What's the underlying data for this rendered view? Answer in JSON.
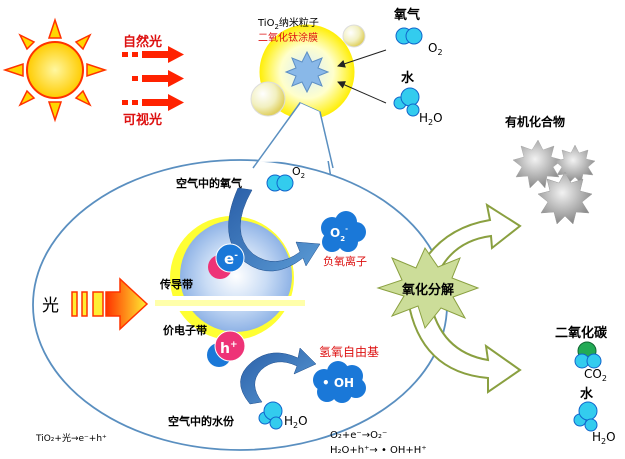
{
  "sunlight": {
    "natural_label": "自然光",
    "visible_label": "可视光"
  },
  "particle": {
    "title_prefix": "TiO",
    "title_sub": "2",
    "title_suffix": "纳米粒子",
    "subtitle": "二氧化钛涂膜"
  },
  "oxygen": {
    "label": "氧气",
    "formula": "O",
    "formula_sub": "2"
  },
  "water": {
    "label": "水",
    "formula_prefix": "H",
    "formula_sub": "2",
    "formula_suffix": "O"
  },
  "organic": {
    "label": "有机化合物"
  },
  "inner": {
    "air_oxygen_label": "空气中的氧气",
    "air_oxygen_formula": "O",
    "air_oxygen_sub": "2",
    "electron_symbol": "e",
    "electron_sup": "-",
    "conduction_band": "传导带",
    "valence_band": "价电子带",
    "hole_symbol": "h",
    "hole_sup": "+",
    "superoxide_symbol": "O",
    "superoxide_sub": "2",
    "superoxide_sup": "-",
    "superoxide_label": "负氧离子",
    "hydroxyl_label": "氢氧自由基",
    "hydroxyl_symbol": "• OH",
    "air_water_label": "空气中的水份",
    "air_water_prefix": "H",
    "air_water_sub": "2",
    "air_water_suffix": "O"
  },
  "light": {
    "label": "光"
  },
  "decompose": {
    "label": "氧化分解"
  },
  "products": {
    "co2_label": "二氧化碳",
    "co2_prefix": "CO",
    "co2_sub": "2",
    "water_label": "水",
    "water_prefix": "H",
    "water_sub": "2",
    "water_suffix": "O"
  },
  "equations": {
    "eq1": "TiO₂+光→e⁻+h⁺",
    "eq2": "O₂+e⁻→O₂⁻",
    "eq3": "H₂O+h⁺→ • OH+H⁺"
  },
  "colors": {
    "sun": "#ffd700",
    "sun_rays": "#ff3300",
    "arrow_red": "#ff2200",
    "particle_yellow": "#ffff33",
    "molecule_cyan": "#33ccee",
    "molecule_blue": "#1166cc",
    "ellipse_stroke": "#5a8fc0",
    "blob_blue": "#1a78d8",
    "star_green": "#ccdd99",
    "arrow_olive": "#8aa040",
    "co2_green": "#22aa55",
    "text_red": "#dd1111"
  }
}
